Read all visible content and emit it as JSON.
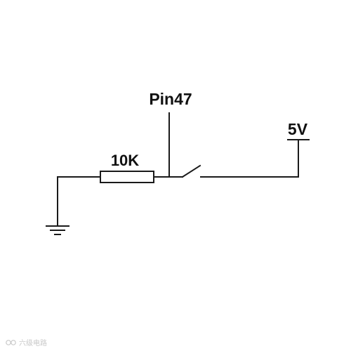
{
  "labels": {
    "pin": "Pin47",
    "supply": "5V",
    "resistor": "10K"
  },
  "watermark": {
    "text": "六级电路"
  },
  "colors": {
    "line": "#1a1a1a",
    "text": "#111111",
    "background": "#ffffff"
  }
}
